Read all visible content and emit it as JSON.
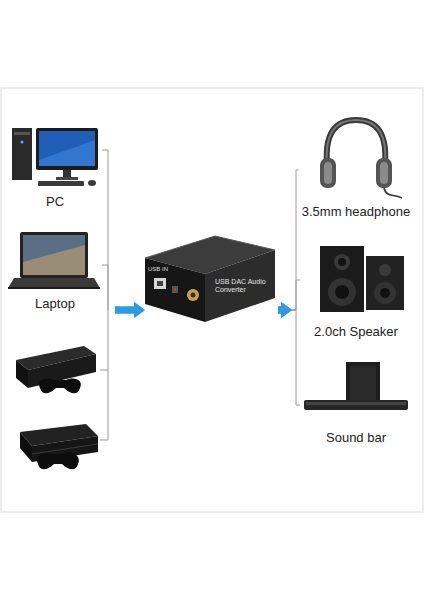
{
  "diagram": {
    "nodes": [
      {
        "text": [
          "PC"
        ]
      },
      {
        "text": [
          "Laptop"
        ]
      },
      {
        "text": [
          "USB DAC Audio Converter"
        ]
      },
      {
        "text": [
          "3.5mm headphone"
        ]
      },
      {
        "text": [
          "2.0ch Speaker"
        ]
      },
      {
        "text": [
          "Sound bar"
        ]
      }
    ],
    "edges": [
      {
        "from": 0,
        "to": 2,
        "arrow": "to"
      },
      {
        "from": 1,
        "to": 2,
        "arrow": "to"
      },
      {
        "from": 2,
        "to": 3,
        "arrow": "to"
      },
      {
        "from": 2,
        "to": 4,
        "arrow": "to"
      },
      {
        "from": 2,
        "to": 5,
        "arrow": "to"
      }
    ],
    "labels": [
      "USB IN"
    ]
  }
}
